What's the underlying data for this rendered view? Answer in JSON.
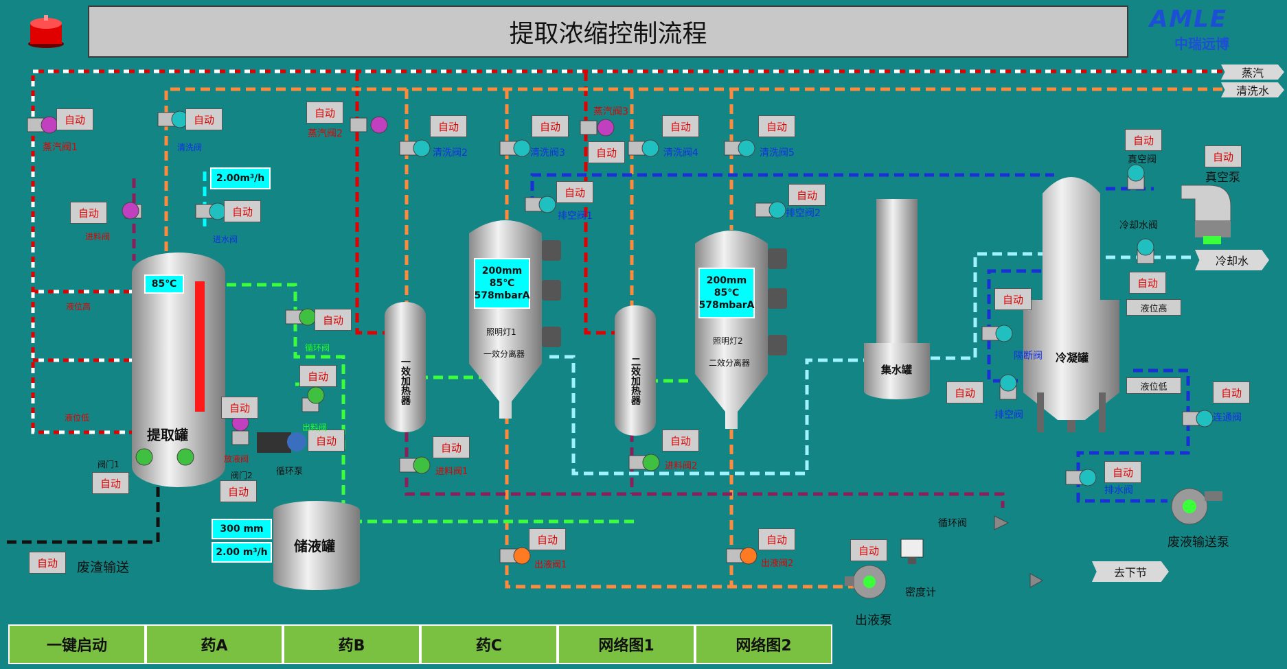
{
  "header": {
    "title": "提取浓缩控制流程",
    "logo_text": "AMLE",
    "logo_sub": "中瑞远博"
  },
  "auto_label": "自动",
  "feeds": {
    "steam": "蒸汽",
    "wash_water": "清洗水",
    "cooling_water": "冷却水",
    "next_step": "去下节"
  },
  "valves": {
    "steam1": "蒸汽阀1",
    "wash": "清洗阀",
    "steam2": "蒸汽阀2",
    "wash2": "清洗阀2",
    "wash3": "清洗阀3",
    "steam3": "蒸汽阀3",
    "wash4": "清洗阀4",
    "wash5": "清洗阀5",
    "feed": "进料阀",
    "water_in": "进水阀",
    "vent1": "排空阀1",
    "vent2": "排空阀2",
    "vacuum": "真空阀",
    "cool_water": "冷却水阀",
    "level_high": "液位高",
    "level_low": "液位低",
    "circ": "循环阀",
    "discharge": "出料阀",
    "drain": "放液阀",
    "door1": "阀门1",
    "door2": "阀门2",
    "feed1": "进料阀1",
    "feed2": "进料阀2",
    "out1": "出液阀1",
    "out2": "出液阀2",
    "isolate": "隔断阀",
    "vent": "排空阀",
    "connect": "连通阀",
    "drain_water": "排水阀",
    "loop": "循环阀"
  },
  "equipment": {
    "extract_tank": "提取罐",
    "storage_tank": "储液罐",
    "effect1_heater": "一效加热器",
    "effect2_heater": "二效加热器",
    "effect1_sep": "一效分离器",
    "effect2_sep": "二效分离器",
    "light1": "照明灯1",
    "light2": "照明灯2",
    "collect_tank": "集水罐",
    "cond_tank": "冷凝罐",
    "vacuum_pump": "真空泵",
    "waste_pump": "废液输送泵",
    "out_pump": "出液泵",
    "density": "密度计",
    "circ_pump": "循环泵",
    "slag": "废渣输送"
  },
  "readings": {
    "extract_temp": "85℃",
    "water_flow": "2.00m³/h",
    "storage_level": "300 mm",
    "storage_flow": "2.00 m³/h",
    "sep1": [
      "200mm",
      "85℃",
      "578mbarA"
    ],
    "sep2": [
      "200mm",
      "85℃",
      "578mbarA"
    ]
  },
  "bottom_buttons": [
    "一键启动",
    "药A",
    "药B",
    "药C",
    "网络图1",
    "网络图2"
  ],
  "colors": {
    "background": "#138584",
    "steam": "#e00000",
    "wash": "#ff8a3c",
    "feed": "#8a1f5a",
    "green_line": "#3cff3c",
    "cyan_line": "#9ff3ff",
    "blue_line": "#1a2fd6",
    "button": "#7ac142"
  }
}
